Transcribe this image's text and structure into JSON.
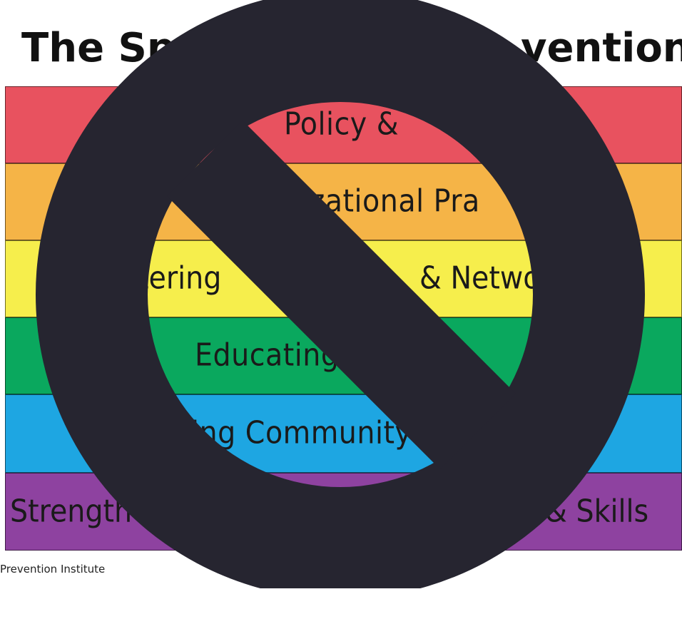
{
  "title": {
    "left_fragment": "The Sp",
    "right_fragment": "vention"
  },
  "spectrum": {
    "bands": [
      {
        "text": "Policy &",
        "color": "#e8525f"
      },
      {
        "text": "izational Pra",
        "color": "#f5b447"
      },
      {
        "text": "tering & Netwo",
        "color": "#f6ee4c"
      },
      {
        "text": "Educating",
        "color": "#0aa85e"
      },
      {
        "text": "ing Community",
        "color": "#1ea6e2"
      },
      {
        "text": "Strengthe & Skills",
        "color": "#8e42a0"
      }
    ]
  },
  "overlay": {
    "symbol": "prohibition-sign",
    "color": "#262530"
  },
  "credit": "Prevention Institute"
}
